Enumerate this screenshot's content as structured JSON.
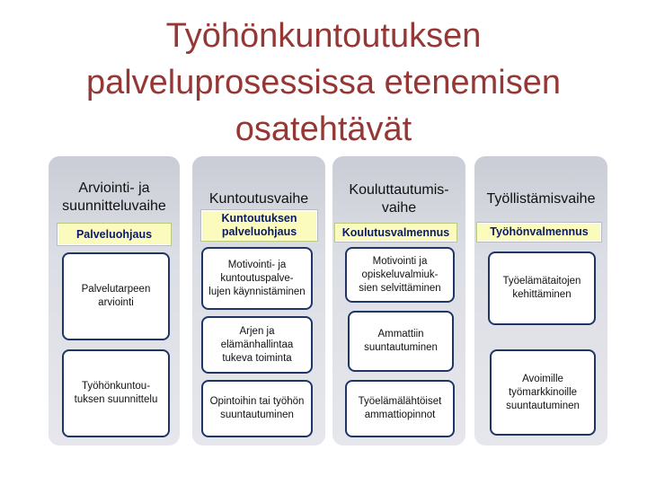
{
  "title": {
    "line1": "Työhönkuntoutuksen",
    "line2": "palveluprosessissa etenemisen",
    "line3": "osatehtävät"
  },
  "columns": [
    {
      "title": "Arviointi- ja suunnitteluvaihe",
      "label": "Palveluohjaus",
      "boxes": [
        "Palvelutarpeen arviointi",
        "Työhönkuntou-\ntuksen suunnittelu"
      ]
    },
    {
      "title": "Kuntoutusvaihe",
      "label": "Kuntoutuksen palveluohjaus",
      "boxes": [
        "Motivointi- ja kuntoutuspalve-\nlujen käynnistäminen",
        "Arjen ja elämänhallintaa tukeva toiminta",
        "Opintoihin tai työhön suuntautuminen"
      ]
    },
    {
      "title": "Kouluttautumis-\nvaihe",
      "label": "Koulutusvalmennus",
      "boxes": [
        "Motivointi ja opiskeluvalmiuk-\nsien selvittäminen",
        "Ammattiin suuntautuminen",
        "Työelämälähtöiset ammattiopinnot"
      ]
    },
    {
      "title": "Työllistämisvaihe",
      "label": "Työhönvalmennus",
      "boxes": [
        "Työelämätaitojen kehittäminen",
        "Avoimille työmarkkinoille suuntautuminen"
      ]
    }
  ]
}
